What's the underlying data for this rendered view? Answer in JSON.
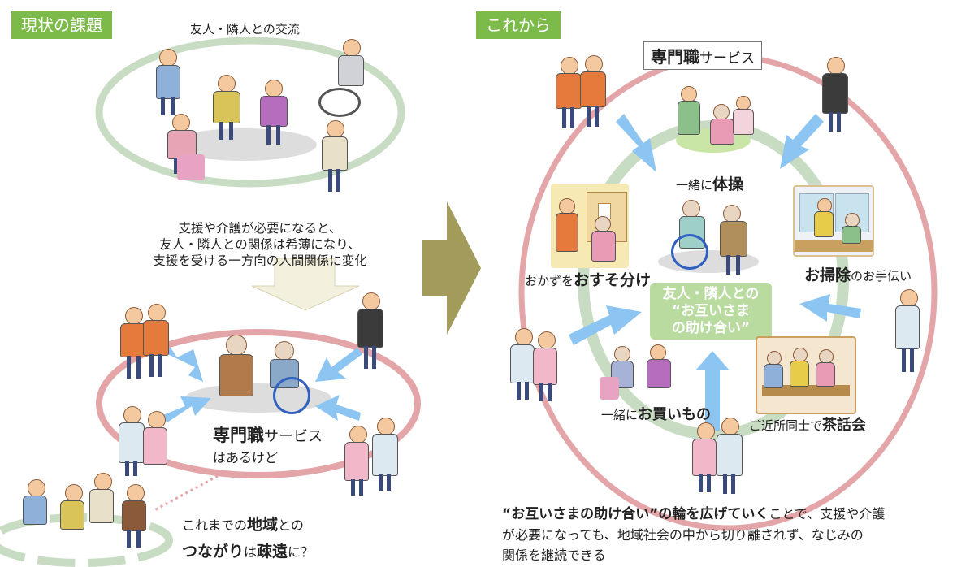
{
  "left": {
    "tag": "現状の課題",
    "top_circle_label": "友人・隣人との交流",
    "change_text": [
      "支援や介護が必要になると、",
      "友人・隣人との関係は希薄になり、",
      "支援を受ける一方向の人間関係に変化"
    ],
    "service_bold": "専門職",
    "service_rest": "サービス",
    "service_sub": "はあるけど",
    "bottom_line1_pre": "これまでの",
    "bottom_line1_bold": "地域",
    "bottom_line1_post": "との",
    "bottom_line2_bold1": "つながり",
    "bottom_line2_mid": "は",
    "bottom_line2_bold2": "疎遠",
    "bottom_line2_post": "に？"
  },
  "right": {
    "tag": "これから",
    "service_bold": "専門職",
    "service_rest": "サービス",
    "exercise_pre": "一緒に",
    "exercise_bold": "体操",
    "share_pre": "おかずを",
    "share_bold": "おすそ分け",
    "clean_bold": "お掃除",
    "clean_post": "のお手伝い",
    "mutual": [
      "友人・隣人との",
      "“お互いさま",
      "の助け合い”"
    ],
    "shopping_pre": "一緒に",
    "shopping_bold": "お買いもの",
    "tea_pre": "ご近所同士で",
    "tea_bold": "茶話会",
    "conclusion_bold": "“お互いさまの助け合い”の輪を広げていく",
    "conclusion_rest1": "ことで、支援や介護",
    "conclusion_line2": "が必要になっても、地域社会の中から切り離されず、なじみの",
    "conclusion_line3": "関係を継続できる"
  },
  "colors": {
    "green_tag": "#7cba4a",
    "green_ring": "#c7dcc2",
    "pink_ring": "#e3a5a8",
    "blue_arrow": "#8cc4f2",
    "big_arrow": "#a39b5c"
  }
}
